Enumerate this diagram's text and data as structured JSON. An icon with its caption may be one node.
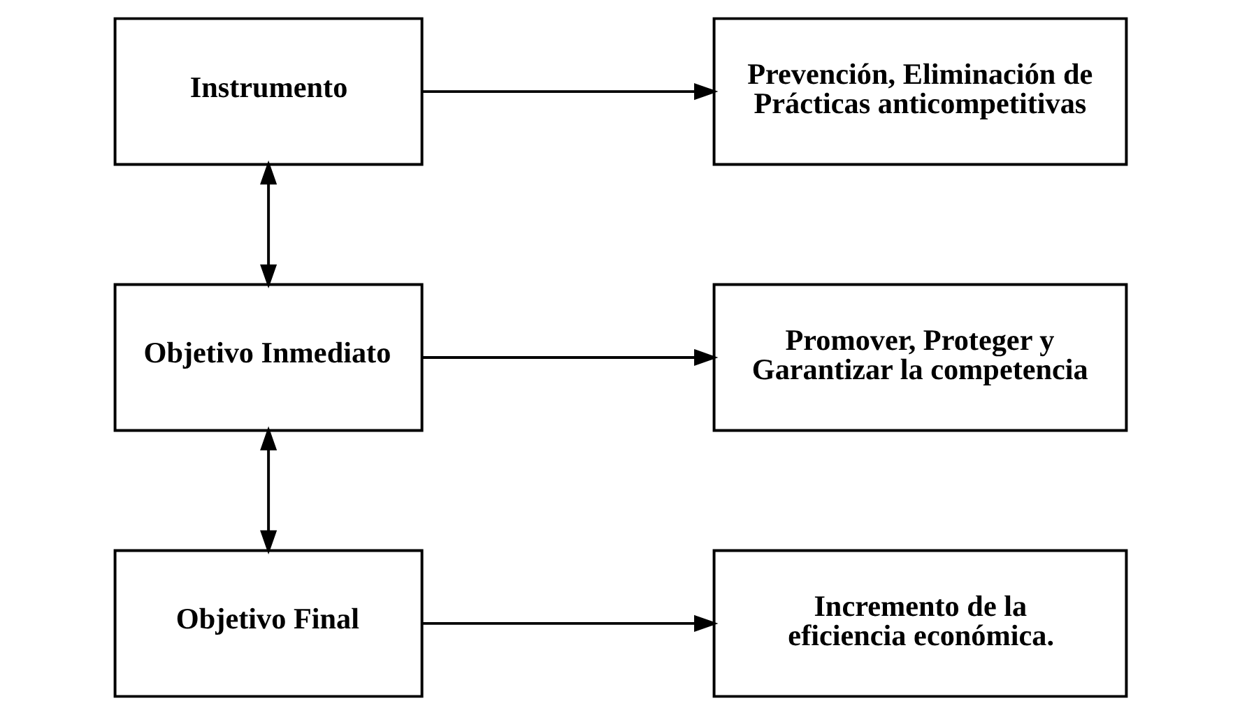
{
  "diagram": {
    "nodes": [
      {
        "text": [
          "Instrumento"
        ]
      },
      {
        "text": [
          "Prevención, Eliminación de Prácticas anticompetitivas"
        ]
      },
      {
        "text": [
          "Objetivo Inmediato"
        ]
      },
      {
        "text": [
          "Promover, Proteger y Garantizar la competencia"
        ]
      },
      {
        "text": [
          "Objetivo Final"
        ]
      },
      {
        "text": [
          "Incremento de la eficiencia económica."
        ]
      }
    ],
    "edges": [
      {
        "from": 0,
        "to": 1,
        "arrow": "to"
      },
      {
        "from": 0,
        "to": 2,
        "arrow": "both"
      },
      {
        "from": 2,
        "to": 3,
        "arrow": "to"
      },
      {
        "from": 2,
        "to": 4,
        "arrow": "both"
      },
      {
        "from": 4,
        "to": 5,
        "arrow": "to"
      }
    ]
  }
}
